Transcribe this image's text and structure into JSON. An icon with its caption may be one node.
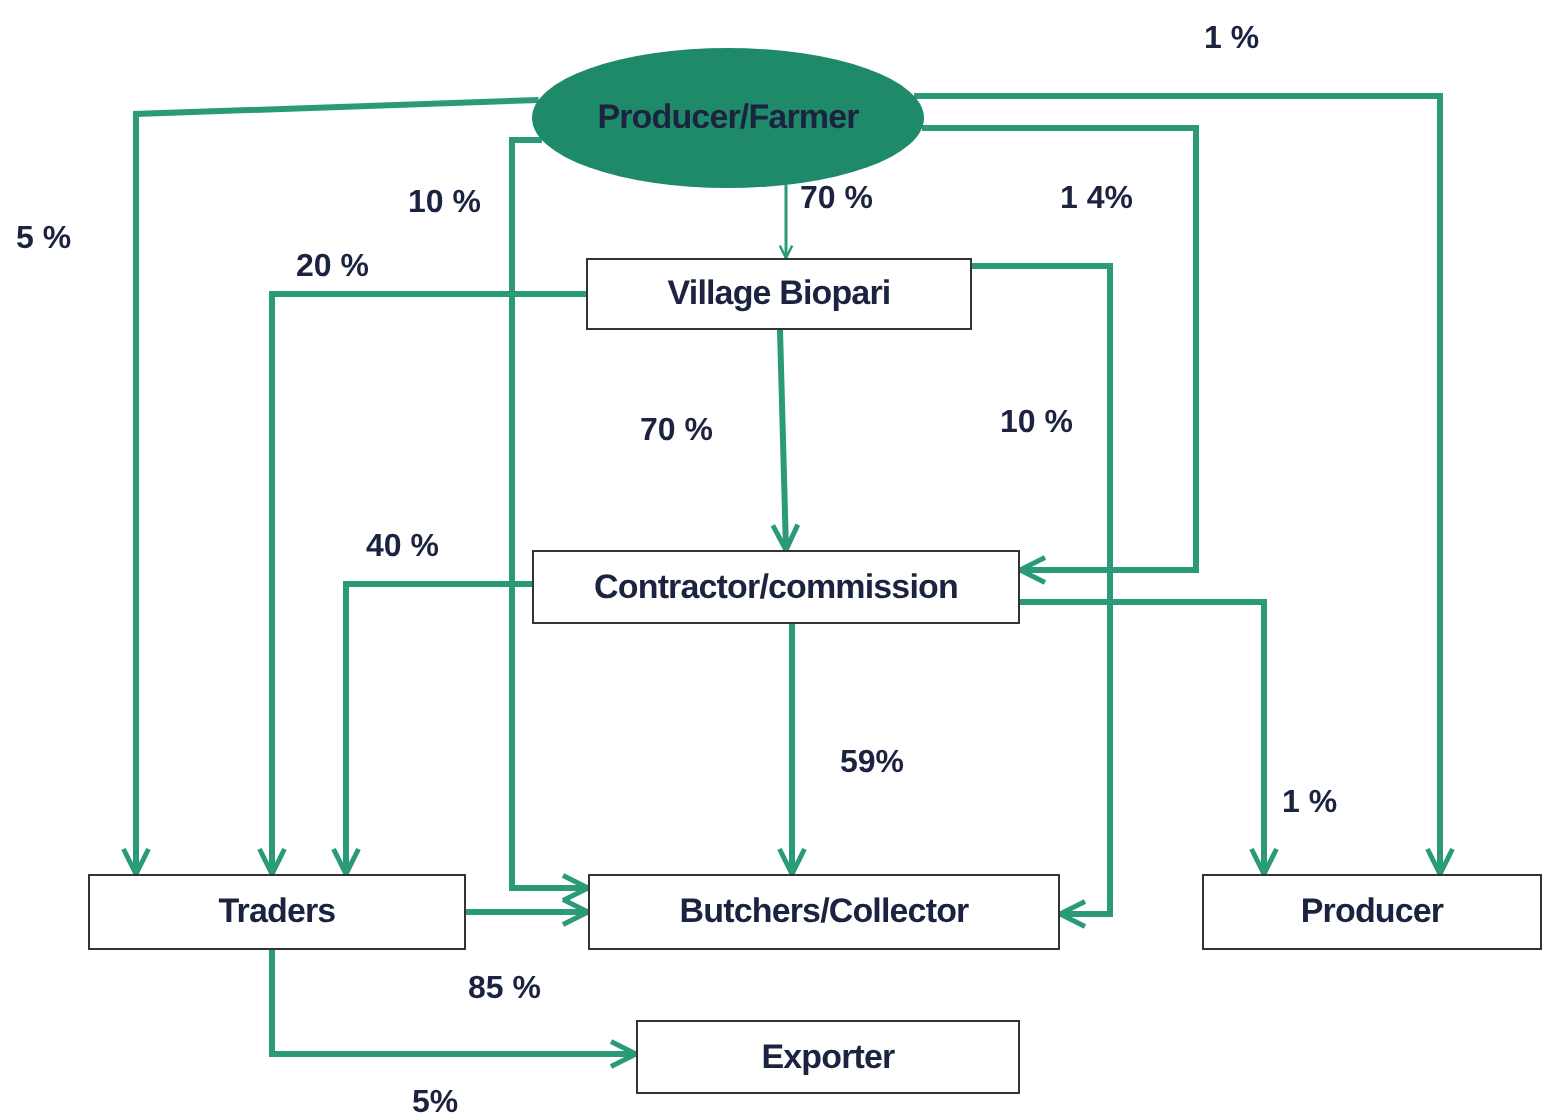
{
  "diagram": {
    "nodes": [
      {
        "text": [
          "Producer/Farmer"
        ]
      },
      {
        "text": [
          "Village Biopari"
        ]
      },
      {
        "text": [
          "Contractor/commission"
        ]
      },
      {
        "text": [
          "Traders"
        ]
      },
      {
        "text": [
          "Butchers/Collector"
        ]
      },
      {
        "text": [
          "Producer"
        ]
      },
      {
        "text": [
          "Exporter"
        ]
      }
    ],
    "edges": [
      {
        "from": 0,
        "to": 3,
        "arrow": "to",
        "label": "5 %"
      },
      {
        "from": 0,
        "to": 4,
        "arrow": "to",
        "label": "10 %"
      },
      {
        "from": 0,
        "to": 1,
        "arrow": "to",
        "label": "70 %"
      },
      {
        "from": 0,
        "to": 2,
        "arrow": "to",
        "label": "1 4%"
      },
      {
        "from": 0,
        "to": 5,
        "arrow": "to",
        "label": "1 %"
      },
      {
        "from": 1,
        "to": 3,
        "arrow": "to",
        "label": "20 %"
      },
      {
        "from": 1,
        "to": 2,
        "arrow": "to",
        "label": "70 %"
      },
      {
        "from": 1,
        "to": 4,
        "arrow": "to",
        "label": "10 %"
      },
      {
        "from": 2,
        "to": 3,
        "arrow": "to",
        "label": "40 %"
      },
      {
        "from": 2,
        "to": 4,
        "arrow": "to",
        "label": "59%"
      },
      {
        "from": 2,
        "to": 5,
        "arrow": "to",
        "label": "1 %"
      },
      {
        "from": 3,
        "to": 4,
        "arrow": "to",
        "label": "85 %"
      },
      {
        "from": 3,
        "to": 6,
        "arrow": "to",
        "label": "5%"
      }
    ]
  }
}
